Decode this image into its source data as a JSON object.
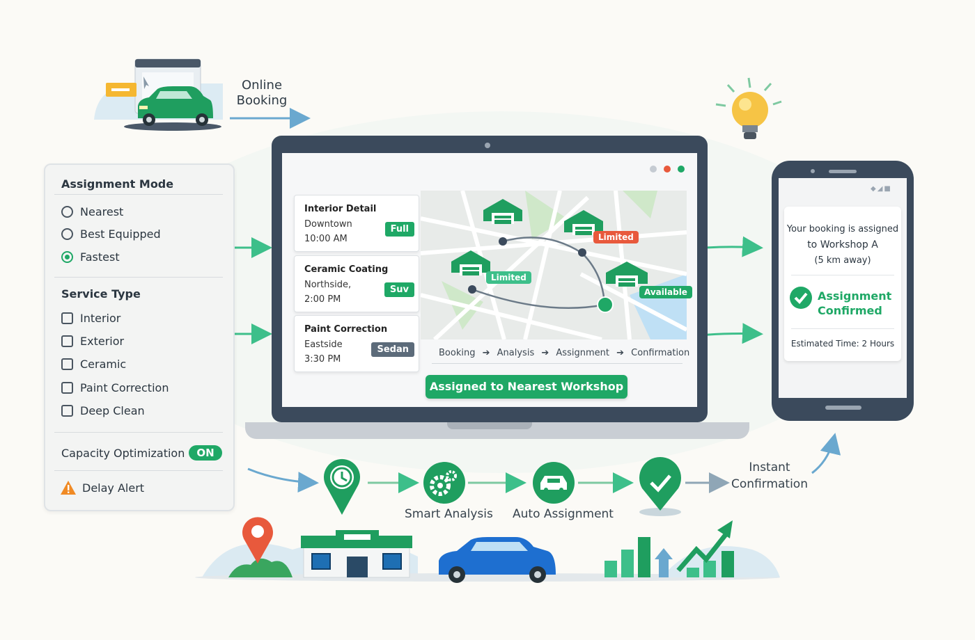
{
  "online_booking": {
    "line1": "Online",
    "line2": "Booking"
  },
  "panel": {
    "assignment_title": "Assignment Mode",
    "modes": [
      {
        "label": "Nearest",
        "selected": false
      },
      {
        "label": "Best Equipped",
        "selected": false
      },
      {
        "label": "Fastest",
        "selected": true
      }
    ],
    "service_title": "Service Type",
    "services": [
      "Interior",
      "Exterior",
      "Ceramic",
      "Paint Correction",
      "Deep Clean"
    ],
    "capacity_label": "Capacity Optimization",
    "capacity_toggle": "ON",
    "delay_alert": "Delay Alert"
  },
  "bookings": [
    {
      "service": "Interior Detail",
      "location": "Downtown",
      "time": "10:00 AM",
      "tag": "Full",
      "tag_color": "#1fa866"
    },
    {
      "service": "Ceramic Coating",
      "location": "Northside,",
      "time": "2:00 PM",
      "tag": "Suv",
      "tag_color": "#1fa866"
    },
    {
      "service": "Paint Correction",
      "location": "Eastside",
      "time": "3:30 PM",
      "tag": "Sedan",
      "tag_color": "#5c6b7a"
    }
  ],
  "map_badges": {
    "limited_a": "Limited",
    "limited_b": "Limited",
    "available": "Available"
  },
  "flow_steps": [
    "Booking",
    "Analysis",
    "Assignment",
    "Confirmation"
  ],
  "assigned_button": "Assigned to Nearest Workshop",
  "phone": {
    "msg1": "Your booking is assigned",
    "msg2": "to Workshop A",
    "msg3": "(5 km away)",
    "confirmed1": "Assignment",
    "confirmed2": "Confirmed",
    "estimated": "Estimated Time: 2 Hours"
  },
  "process": {
    "smart_analysis": "Smart Analysis",
    "auto_assignment": "Auto Assignment",
    "instant1": "Instant",
    "instant2": "Confirmation"
  },
  "colors": {
    "accent": "#1fa866",
    "dark": "#3b4a5c",
    "red": "#e8593c",
    "blue": "#1e6fd0"
  }
}
